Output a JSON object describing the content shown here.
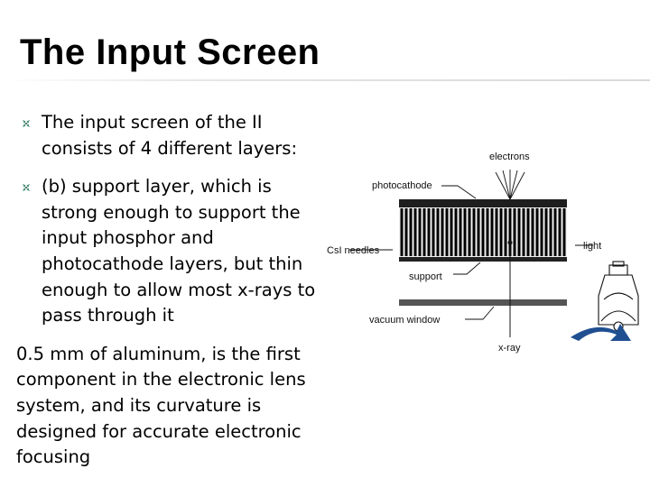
{
  "slide": {
    "title": "The Input Screen",
    "bullets": [
      {
        "text": "The input screen of the II consists of 4 different layers:"
      },
      {
        "text": "(b) support layer, which is strong enough to support the input phosphor and photocathode layers, but thin enough to allow most x-rays to pass through it"
      }
    ],
    "continuation": "0.5 mm of aluminum, is the first component in the electronic lens system, and its curvature is designed for accurate electronic focusing"
  },
  "figure": {
    "labels": {
      "electrons": "electrons",
      "photocathode": "photocathode",
      "csi_needles": "CsI needles",
      "light": "light",
      "support": "support",
      "vacuum_window": "vacuum window",
      "xray": "x-ray"
    }
  },
  "colors": {
    "bullet": "#3c8a6e",
    "title_rule": "#d9d9d9",
    "inset_arrow": "#1f4f91"
  }
}
